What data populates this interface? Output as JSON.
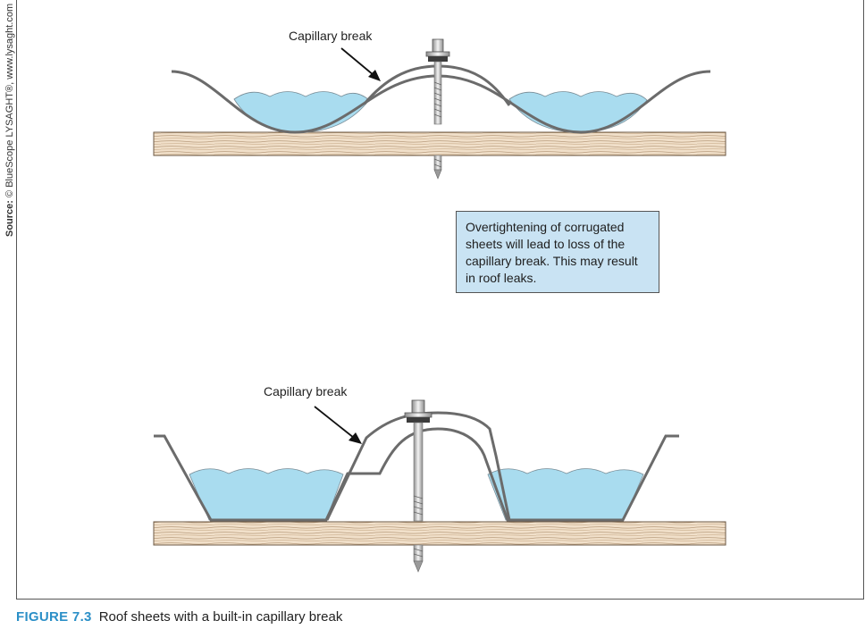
{
  "source_note": {
    "label": "Source:",
    "text": "© BlueScope LYSAGHT®, www.lysaght.com"
  },
  "diagram_top": {
    "callout": "Capillary break"
  },
  "diagram_bottom": {
    "callout": "Capillary break"
  },
  "note_box": {
    "text": "Overtightening of corrugated sheets will lead to loss of the capillary break. This may result in roof leaks."
  },
  "caption": {
    "figure": "FIGURE 7.3",
    "text": "Roof sheets with a built-in capillary break"
  },
  "colors": {
    "water": "#a9dcef",
    "wood": "#eedbc3",
    "sheet": "#6b6b6b",
    "note_bg": "#c9e3f3",
    "caption_accent": "#2b8fc7"
  }
}
